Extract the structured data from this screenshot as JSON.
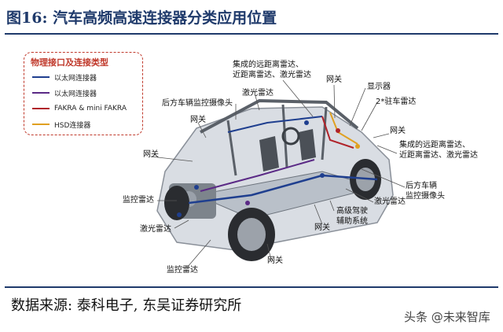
{
  "title": "图16: 汽车高频高速连接器分类应用位置",
  "legend": {
    "title": "物理接口及连接类型",
    "items": [
      {
        "label": "以太网连接器",
        "color": "#1f3f8f"
      },
      {
        "label": "以太网连接器",
        "color": "#5b2a86"
      },
      {
        "label": "FAKRA & mini FAKRA",
        "color": "#b0232a"
      },
      {
        "label": "HSD连接器",
        "color": "#e0a020"
      }
    ]
  },
  "callouts": {
    "radar_set_top_1": "集成的远距离雷达、",
    "radar_set_top_2": "近距离雷达、激光雷达",
    "gateway_top": "网关",
    "display": "显示器",
    "rear_camera_top": "后方车辆监控摄像头",
    "lidar_top": "激光雷达",
    "parking_radar": "2*驻车雷达",
    "gateway_left_top": "网关",
    "gateway_right": "网关",
    "radar_set_right_1": "集成的远距离雷达、",
    "radar_set_right_2": "近距离雷达、激光雷达",
    "gateway_left": "网关",
    "rear_camera_right_1": "后方车辆",
    "rear_camera_right_2": "监控摄像头",
    "monitor_radar_left": "监控雷达",
    "lidar_bottom_right": "激光雷达",
    "adas_1": "高级驾驶",
    "adas_2": "辅助系统",
    "lidar_bottom_left": "激光雷达",
    "gateway_bottom": "网关",
    "gateway_bottom_mid": "网关",
    "monitor_radar_bottom": "监控雷达"
  },
  "source": "数据来源: 泰科电子, 东吴证券研究所",
  "watermark": "头条 @未来智库"
}
